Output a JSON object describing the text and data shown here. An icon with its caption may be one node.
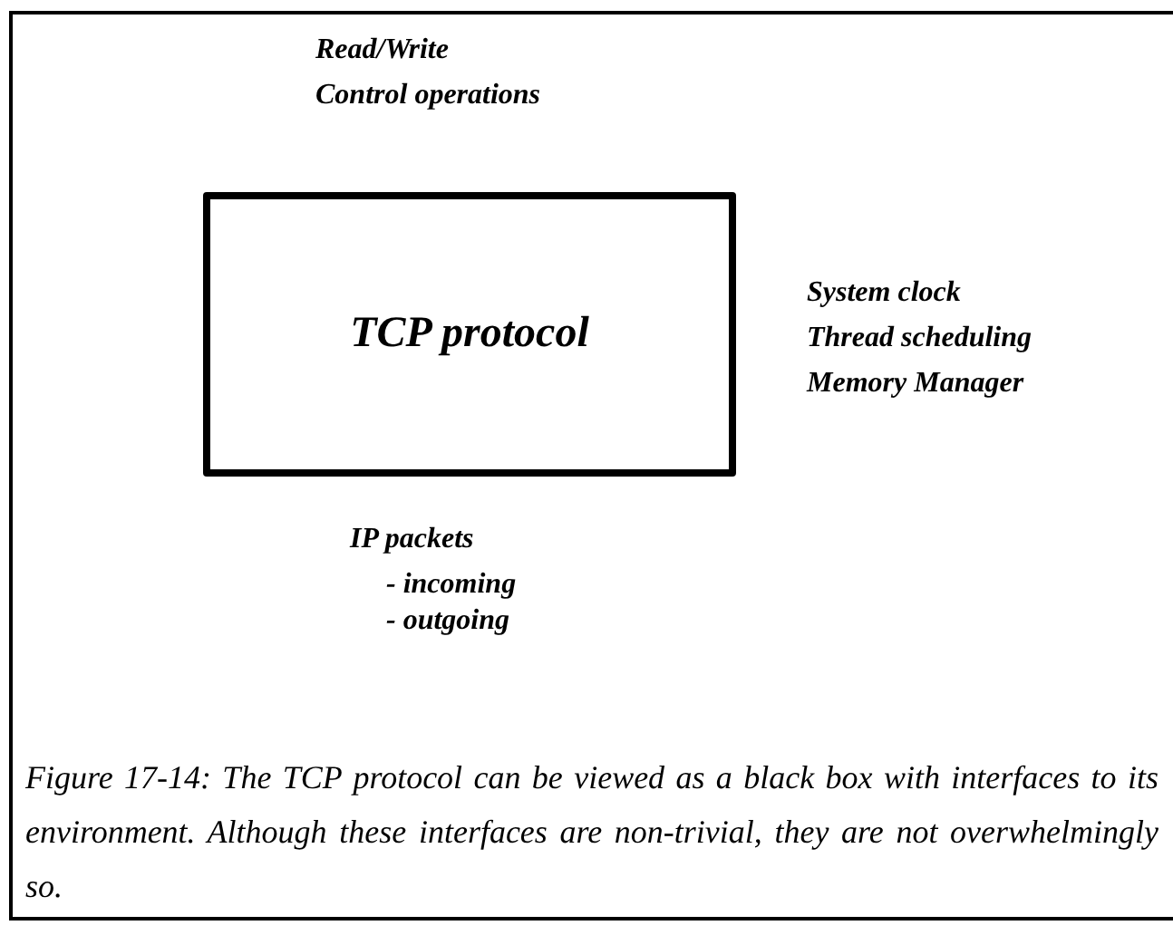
{
  "diagram": {
    "caption": "Figure 17-14: The TCP protocol can be viewed as a black box with interfaces to its environment.  Although these interfaces are non-trivial, they are not overwhelmingly so.",
    "nodes": [
      {
        "text": [
          "TCP protocol"
        ]
      }
    ],
    "labels": [
      "Read/Write",
      "Control operations",
      "System clock",
      "Thread scheduling",
      "Memory Manager",
      "IP packets",
      "- incoming",
      "- outgoing"
    ]
  }
}
